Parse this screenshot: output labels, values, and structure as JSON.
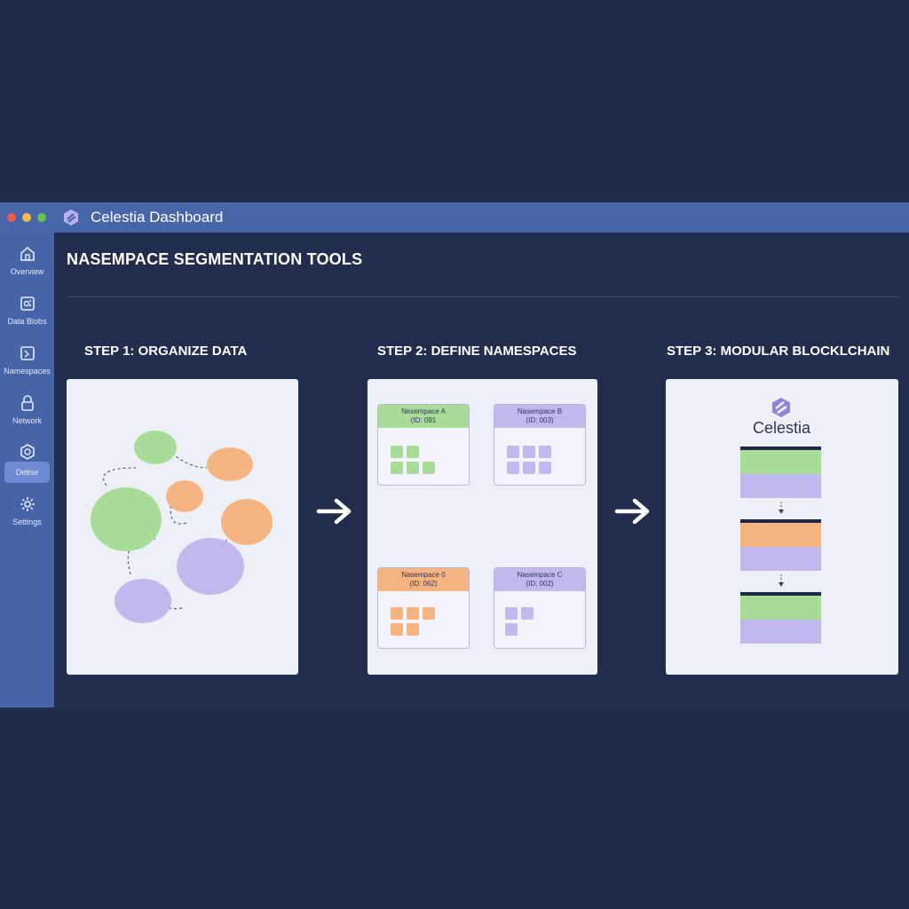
{
  "window": {
    "title": "Celestia Dashboard",
    "traffic_lights": [
      "#ec5d57",
      "#f4be4f",
      "#62c554"
    ]
  },
  "sidebar": {
    "items": [
      {
        "label": "Overview",
        "icon": "home-icon"
      },
      {
        "label": "Data Blobs",
        "icon": "data-blob-icon"
      },
      {
        "label": "Namespaces",
        "icon": "namespace-icon"
      },
      {
        "label": "Network",
        "icon": "network-icon"
      },
      {
        "label": "Detise",
        "icon": "hexagon-icon",
        "active": true
      },
      {
        "label": "Settings",
        "icon": "gear-icon"
      }
    ]
  },
  "main": {
    "title": "NASEMPACE SEGMENTATION TOOLS",
    "steps": [
      {
        "title": "STEP 1: ORGANIZE DATA"
      },
      {
        "title": "STEP 2: DEFINE NAMESPACES"
      },
      {
        "title": "STEP 3: MODULAR BLOCKLCHAIN"
      }
    ],
    "namespaces": [
      {
        "name": "Nexempace A",
        "id": "(ID: 091",
        "color": "#a9dc99"
      },
      {
        "name": "Nasempace B",
        "id": "(ID: 003)",
        "color": "#c3b8ee"
      },
      {
        "name": "Nasempace 0",
        "id": "(ID: 062)",
        "color": "#f6b483"
      },
      {
        "name": "Nasempace C",
        "id": "(ID: 002)",
        "color": "#c3b8ee"
      }
    ],
    "brand": "Celestia"
  },
  "colors": {
    "green": "#a9dc99",
    "orange": "#f6b483",
    "purple": "#c3b8ee",
    "accent": "#4766a7"
  }
}
